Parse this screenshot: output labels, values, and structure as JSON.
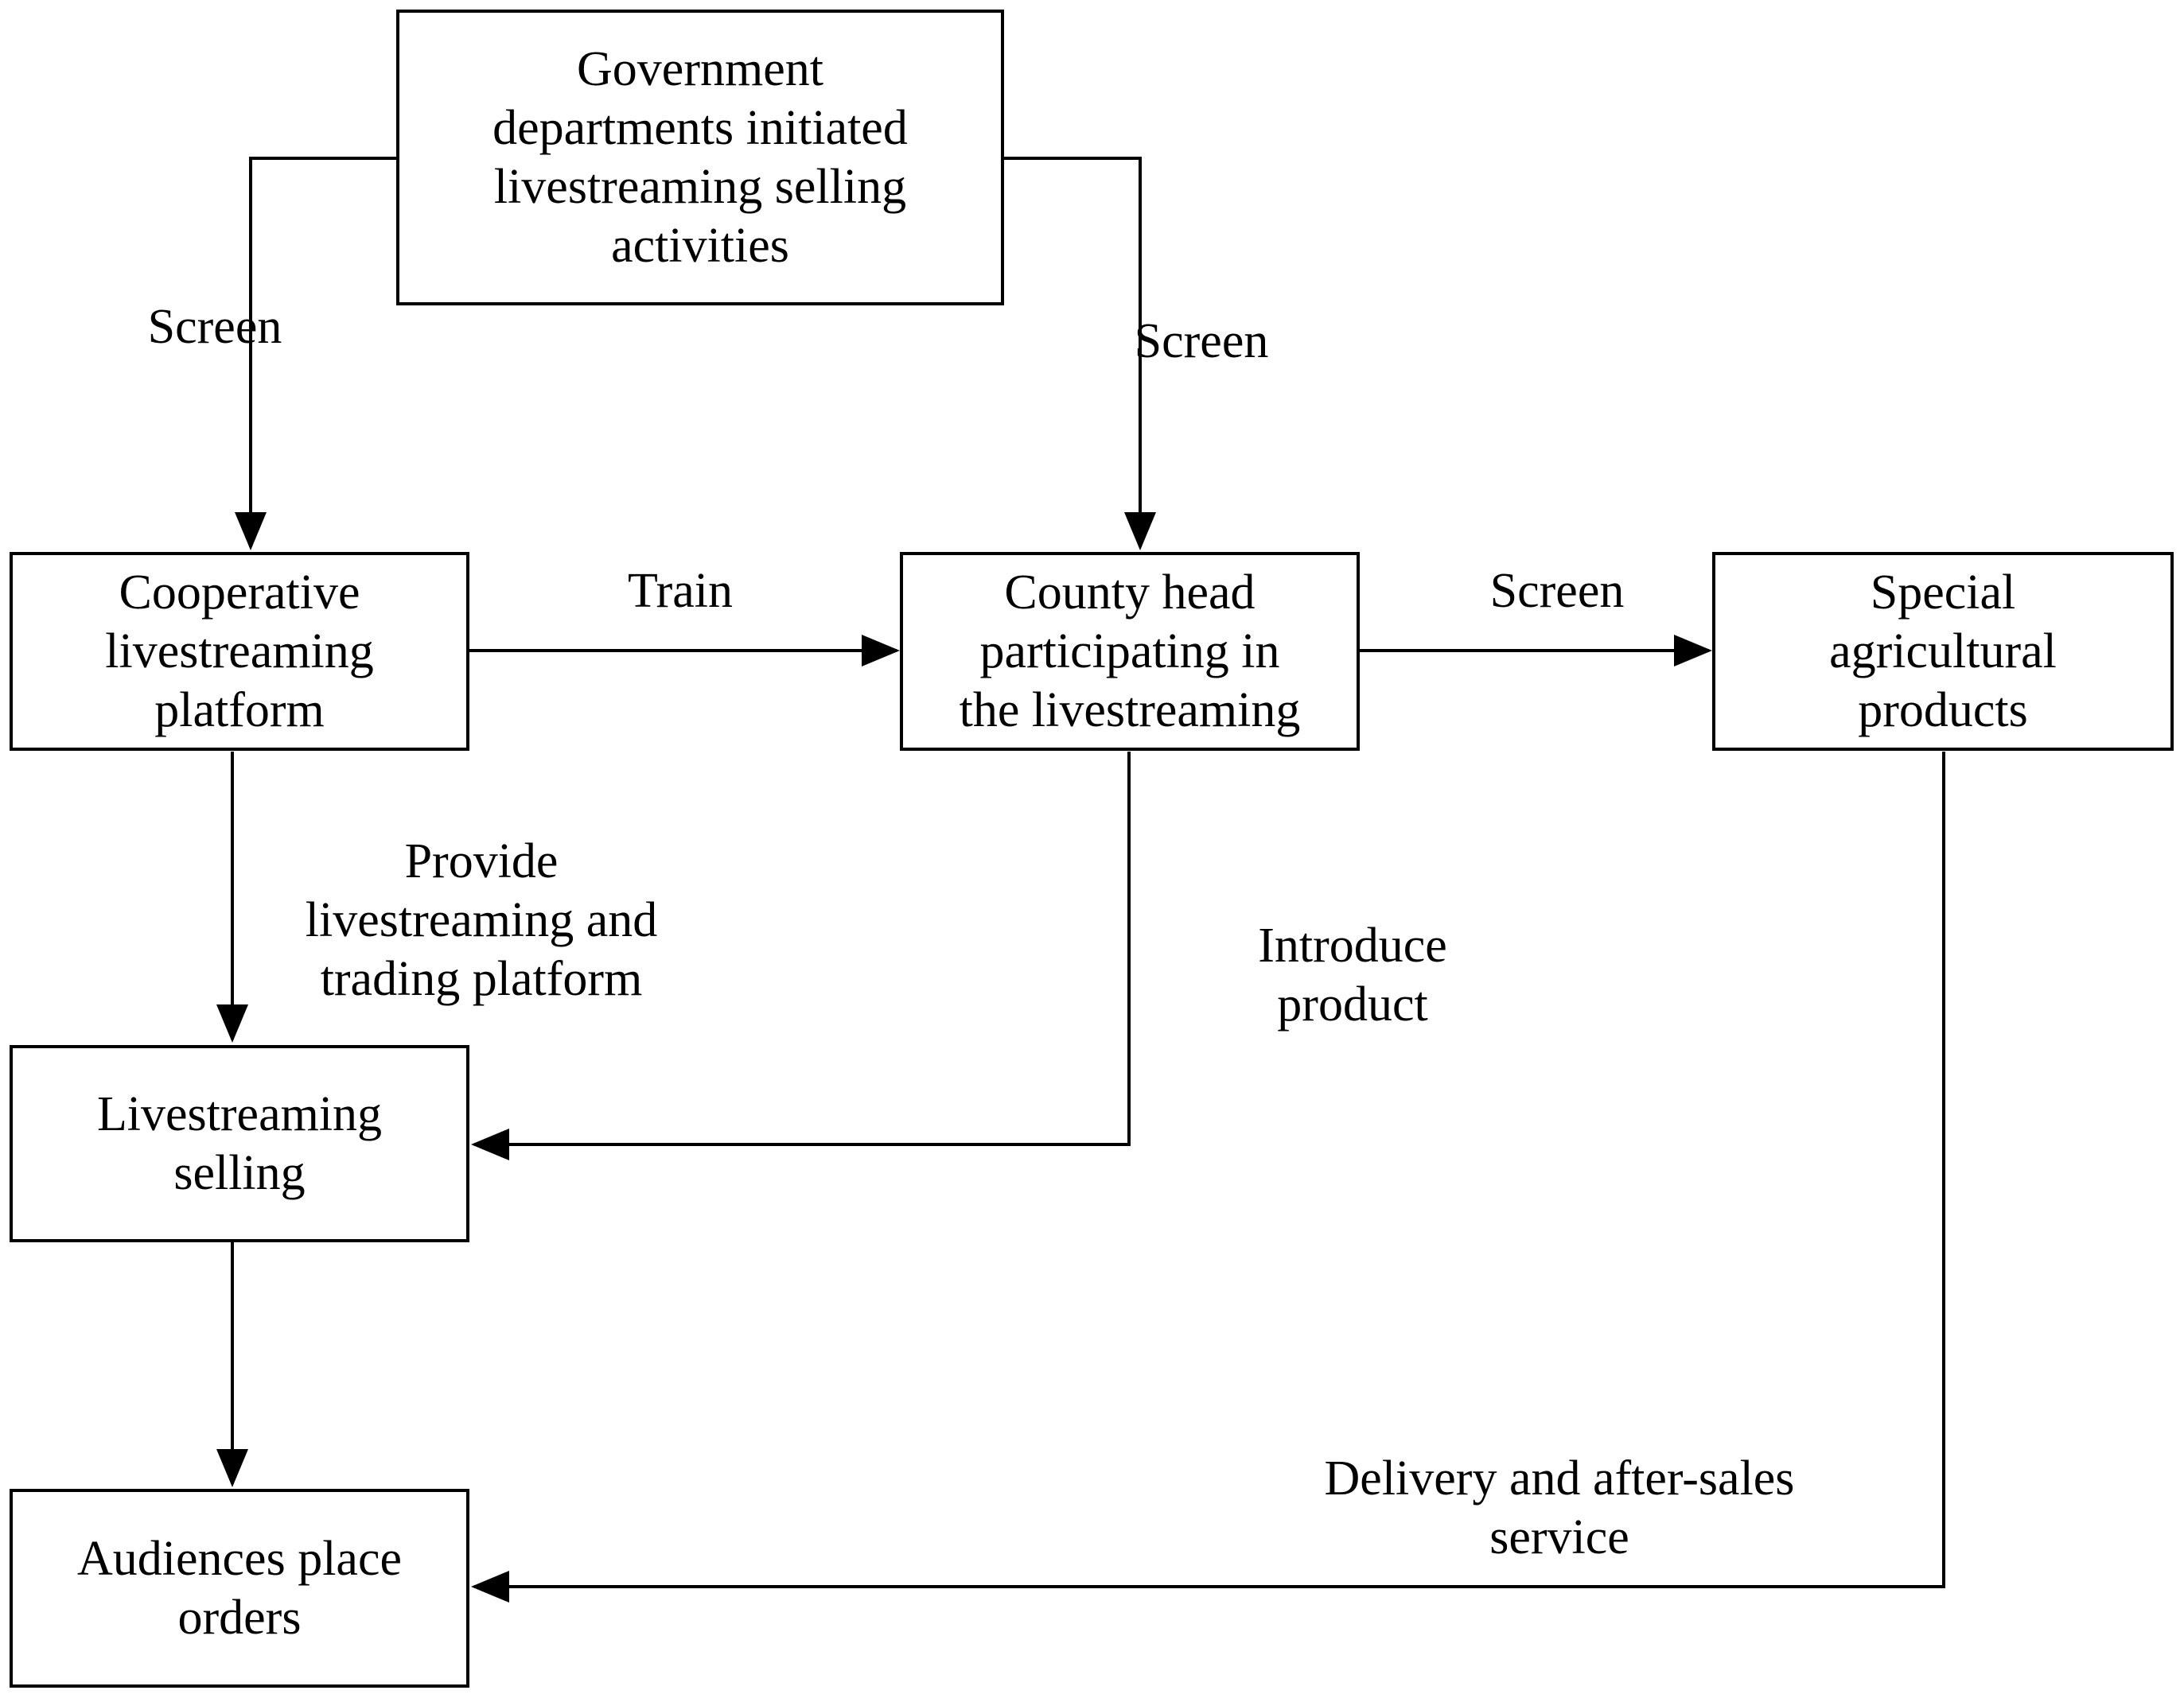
{
  "nodes": {
    "government": "Government\ndepartments initiated\nlivestreaming selling\nactivities",
    "platform": "Cooperative\nlivestreaming\nplatform",
    "county_head": "County head\nparticipating in\nthe livestreaming",
    "products": "Special\nagricultural\nproducts",
    "selling": "Livestreaming\nselling",
    "orders": "Audiences place\norders"
  },
  "edges": {
    "gov_to_platform": "Screen",
    "gov_to_county": "Screen",
    "platform_to_county": "Train",
    "county_to_products": "Screen",
    "platform_to_selling": "Provide\nlivestreaming and\ntrading platform",
    "county_to_selling": "Introduce\nproduct",
    "products_to_orders": "Delivery and after-sales\nservice"
  }
}
